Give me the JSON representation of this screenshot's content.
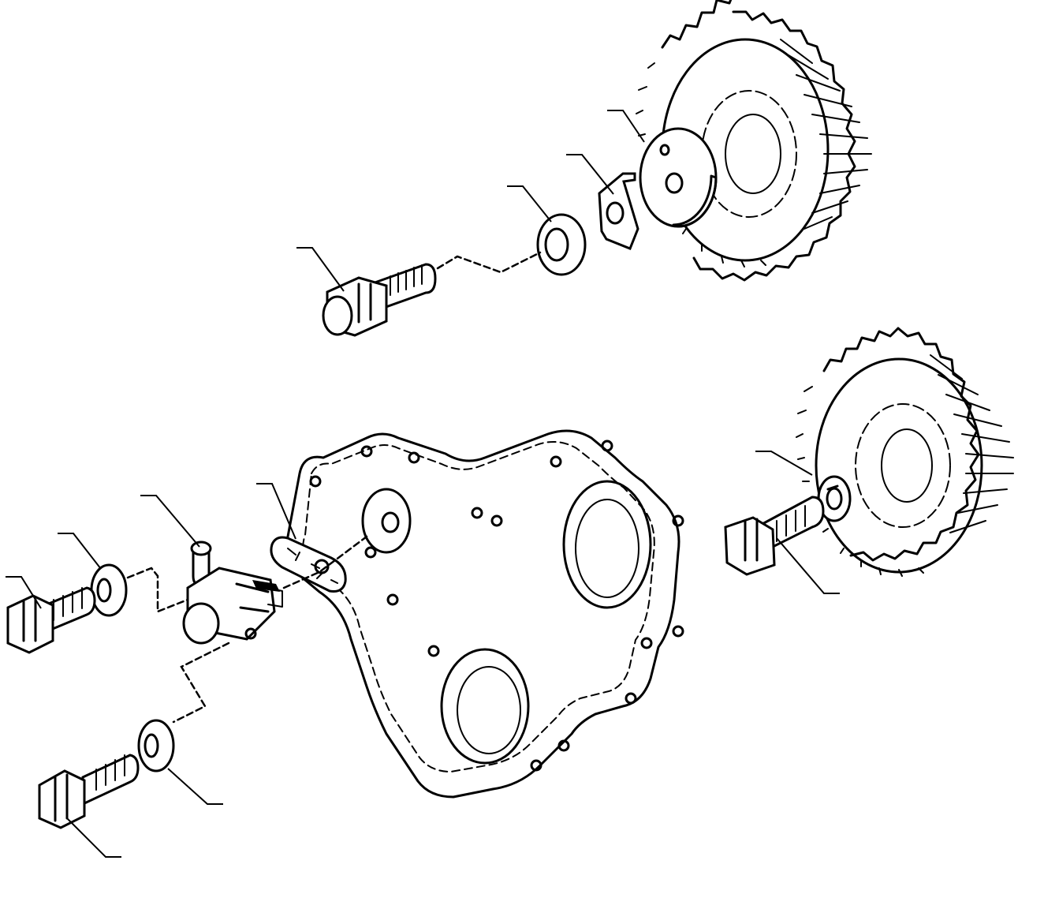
{
  "diagram": {
    "type": "exploded-parts-view",
    "parts": [
      "upper-gear",
      "thrust-plate",
      "lock-tab",
      "washer-upper",
      "banjo-bolt-upper",
      "lower-gear",
      "split-washer",
      "bolt-right",
      "gear-housing-cover",
      "gasket",
      "injector-nozzle",
      "washer-left",
      "bolt-left",
      "washer-lower",
      "bolt-lower"
    ],
    "callouts": 12
  }
}
